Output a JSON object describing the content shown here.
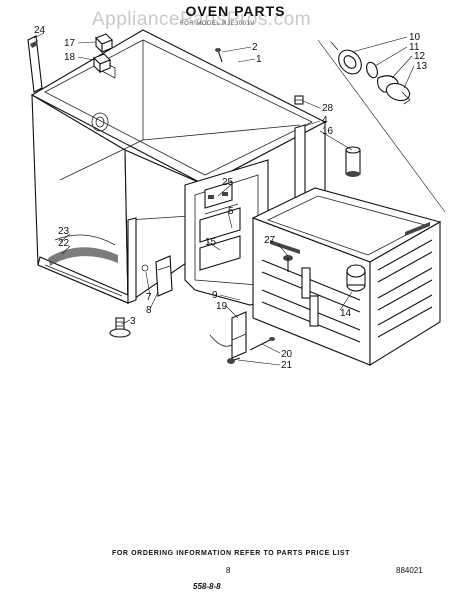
{
  "header": {
    "title": "OVEN PARTS",
    "watermark": "AppliancePartsPros.com",
    "subline": "FOR MODEL RJE3001V"
  },
  "callouts": [
    "24",
    "17",
    "18",
    "2",
    "1",
    "10",
    "11",
    "12",
    "13",
    "28",
    "4",
    "16",
    "25",
    "5",
    "27",
    "15",
    "23",
    "22",
    "9",
    "19",
    "14",
    "7",
    "8",
    "3",
    "20",
    "21"
  ],
  "footer": {
    "note": "FOR ORDERING INFORMATION REFER TO PARTS PRICE LIST",
    "page_number": "8",
    "drawing_number": "884021",
    "stamp": "558-8-8"
  }
}
